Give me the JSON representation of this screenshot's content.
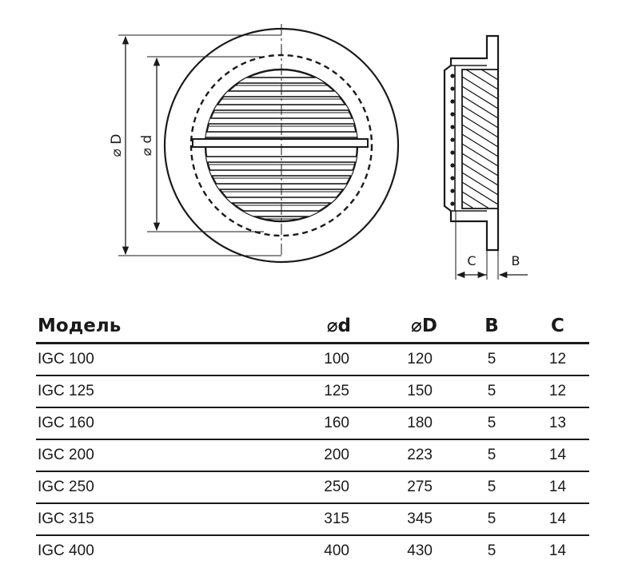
{
  "drawing": {
    "front_labels": {
      "outer_diameter": "⌀ D",
      "inner_diameter": "⌀ d"
    },
    "side_labels": {
      "c": "C",
      "b": "B"
    }
  },
  "table": {
    "headers": {
      "model": "Модель",
      "d": "⌀d",
      "D": "⌀D",
      "B": "B",
      "C": "C"
    },
    "rows": [
      {
        "model": "IGC 100",
        "d": "100",
        "D": "120",
        "B": "5",
        "C": "12"
      },
      {
        "model": "IGC 125",
        "d": "125",
        "D": "150",
        "B": "5",
        "C": "12"
      },
      {
        "model": "IGC 160",
        "d": "160",
        "D": "180",
        "B": "5",
        "C": "13"
      },
      {
        "model": "IGC 200",
        "d": "200",
        "D": "223",
        "B": "5",
        "C": "14"
      },
      {
        "model": "IGC 250",
        "d": "250",
        "D": "275",
        "B": "5",
        "C": "14"
      },
      {
        "model": "IGC 315",
        "d": "315",
        "D": "345",
        "B": "5",
        "C": "14"
      },
      {
        "model": "IGC 400",
        "d": "400",
        "D": "430",
        "B": "5",
        "C": "14"
      }
    ]
  }
}
